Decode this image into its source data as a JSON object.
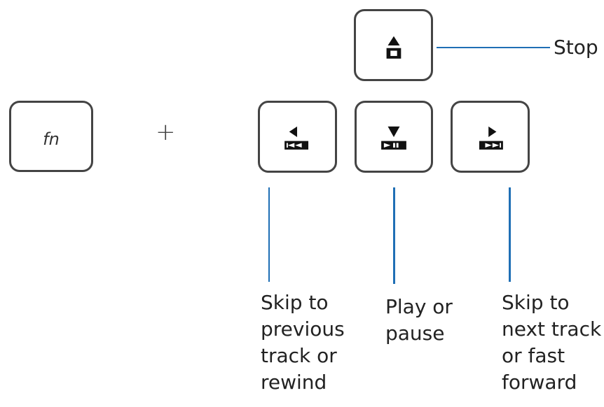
{
  "keys": {
    "modifier_label": "fn",
    "combine_symbol": "+"
  },
  "labels": {
    "stop": "Stop",
    "previous": "Skip to\nprevious\ntrack or\nrewind",
    "play_pause": "Play or\npause",
    "next": "Skip to\nnext track\nor fast\nforward"
  },
  "colors": {
    "leader_line": "#1f6fb5",
    "key_border": "#444444"
  }
}
